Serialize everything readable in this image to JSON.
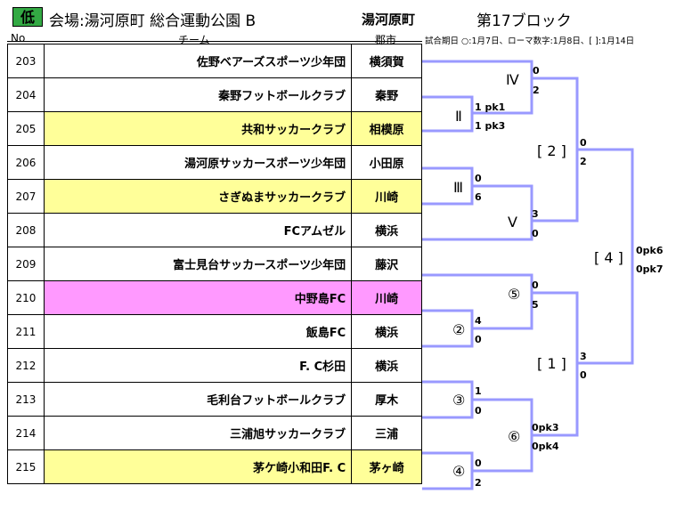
{
  "header": {
    "badge": "低",
    "venue": "会場:湯河原町  総合運動公園  B",
    "town": "湯河原町",
    "block": "第17ブロック",
    "col_no": "No",
    "col_team": "チーム",
    "col_city": "郡市",
    "date_note": "試合期日  ○:1月7日、ローマ数字:1月8日、[ ]:1月14日"
  },
  "colors": {
    "badge": "#33aa44",
    "highlight_yellow": "#ffff99",
    "highlight_pink": "#ff99ff",
    "bracket_line": "#9999ff"
  },
  "rows": [
    {
      "no": "203",
      "team": "佐野ベアーズスポーツ少年団",
      "city": "横須賀",
      "highlight": ""
    },
    {
      "no": "204",
      "team": "秦野フットボールクラブ",
      "city": "秦野",
      "highlight": ""
    },
    {
      "no": "205",
      "team": "共和サッカークラブ",
      "city": "相模原",
      "highlight": "yellow"
    },
    {
      "no": "206",
      "team": "湯河原サッカースポーツ少年団",
      "city": "小田原",
      "highlight": ""
    },
    {
      "no": "207",
      "team": "さぎぬまサッカークラブ",
      "city": "川崎",
      "highlight": "yellow"
    },
    {
      "no": "208",
      "team": "FCアムゼル",
      "city": "横浜",
      "highlight": ""
    },
    {
      "no": "209",
      "team": "富士見台サッカースポーツ少年団",
      "city": "藤沢",
      "highlight": ""
    },
    {
      "no": "210",
      "team": "中野島FC",
      "city": "川崎",
      "highlight": "pink"
    },
    {
      "no": "211",
      "team": "飯島FC",
      "city": "横浜",
      "highlight": ""
    },
    {
      "no": "212",
      "team": "F. C杉田",
      "city": "横浜",
      "highlight": ""
    },
    {
      "no": "213",
      "team": "毛利台フットボールクラブ",
      "city": "厚木",
      "highlight": ""
    },
    {
      "no": "214",
      "team": "三浦旭サッカークラブ",
      "city": "三浦",
      "highlight": ""
    },
    {
      "no": "215",
      "team": "茅ケ崎小和田F. C",
      "city": "茅ヶ崎",
      "highlight": "yellow"
    }
  ],
  "bracket": {
    "matches": [
      {
        "label": "Ⅱ",
        "top": "1 pk1",
        "bottom": "1 pk3"
      },
      {
        "label": "Ⅳ",
        "top": "0",
        "bottom": "2"
      },
      {
        "label": "Ⅲ",
        "top": "0",
        "bottom": "6"
      },
      {
        "label": "Ⅴ",
        "top": "3",
        "bottom": "0"
      },
      {
        "label": "[ 2 ]",
        "top": "0",
        "bottom": "2"
      },
      {
        "label": "②",
        "top": "4",
        "bottom": "0"
      },
      {
        "label": "⑤",
        "top": "0",
        "bottom": "5"
      },
      {
        "label": "③",
        "top": "1",
        "bottom": "0"
      },
      {
        "label": "④",
        "top": "0",
        "bottom": "2"
      },
      {
        "label": "⑥",
        "top": "0pk3",
        "bottom": "0pk4"
      },
      {
        "label": "[ 1 ]",
        "top": "3",
        "bottom": "0"
      },
      {
        "label": "[ 4 ]",
        "top": "0pk6",
        "bottom": "0pk7"
      }
    ]
  }
}
